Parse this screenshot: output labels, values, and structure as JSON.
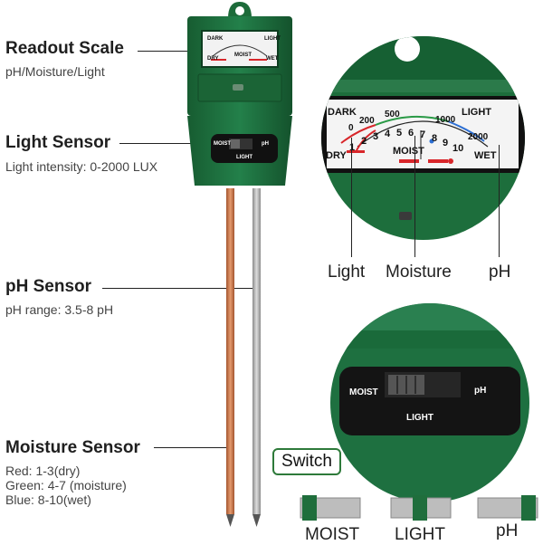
{
  "labels": {
    "readout_title": "Readout Scale",
    "readout_sub": "pH/Moisture/Light",
    "light_title": "Light Sensor",
    "light_sub": "Light intensity: 0-2000 LUX",
    "ph_title": "pH Sensor",
    "ph_sub": "pH range: 3.5-8 pH",
    "moisture_title": "Moisture Sensor",
    "moisture_red": "Red: 1-3(dry)",
    "moisture_green": "Green: 4-7 (moisture)",
    "moisture_blue": "Blue: 8-10(wet)"
  },
  "scale": {
    "dark": "DARK",
    "light": "LIGHT",
    "dry": "DRY",
    "wet": "WET",
    "moist": "MOIST",
    "lux_ticks": [
      "0",
      "200",
      "500",
      "1000",
      "2000"
    ],
    "num_ticks": [
      "1",
      "2",
      "3",
      "4",
      "5",
      "6",
      "7",
      "8",
      "9",
      "10"
    ]
  },
  "callouts": {
    "light": "Light",
    "moisture": "Moisture",
    "ph": "pH"
  },
  "switch_panel": {
    "moist": "MOIST",
    "ph": "pH",
    "light": "LIGHT",
    "switch_caption": "Switch"
  },
  "modes": [
    "MOIST",
    "LIGHT",
    "pH"
  ],
  "colors": {
    "body_green": "#1f6e3c",
    "dark_green": "#0f4a26",
    "scale_red": "#d8262a",
    "scale_green": "#2a9a46",
    "scale_blue": "#2d6fd3",
    "copper": "#c8744a",
    "steel": "#a8a8a8"
  }
}
